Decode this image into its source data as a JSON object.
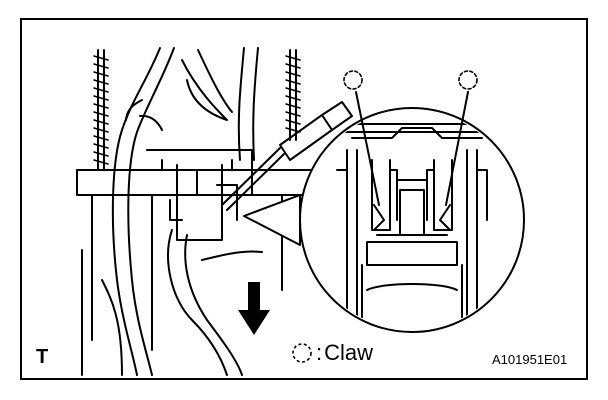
{
  "figure": {
    "corner_mark": "T",
    "legend": {
      "separator": ":",
      "label": "Claw",
      "icon": "dashed-circle-icon"
    },
    "code": "A101951E01"
  }
}
